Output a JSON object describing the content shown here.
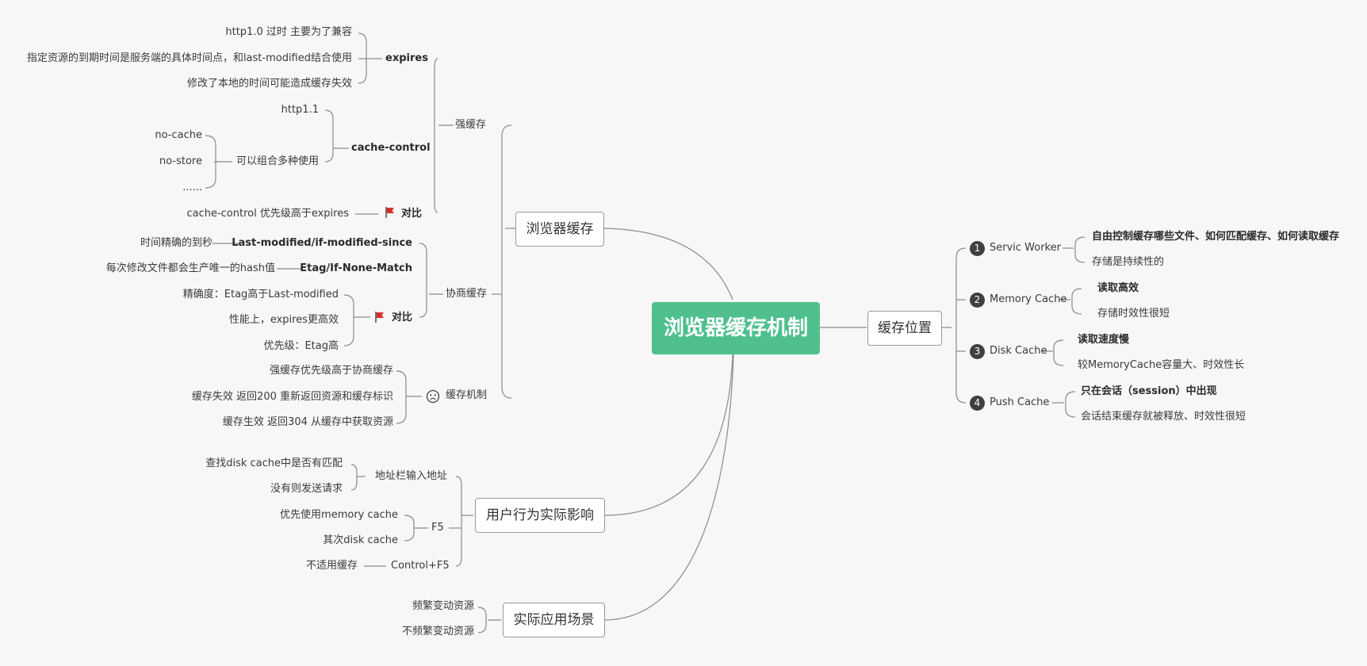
{
  "root": "浏览器缓存机制",
  "browser_cache": {
    "title": "浏览器缓存",
    "strong": {
      "label": "强缓存",
      "expires": {
        "label": "expires",
        "items": [
          "http1.0 过时 主要为了兼容",
          "指定资源的到期时间是服务端的具体时间点，和last-modified结合使用",
          "修改了本地的时间可能造成缓存失效"
        ]
      },
      "cache_control": {
        "label": "cache-control",
        "http11": "http1.1",
        "combo": "可以组合多种使用",
        "combo_items": [
          "no-cache",
          "no-store",
          "......"
        ]
      },
      "compare": {
        "label": "对比",
        "note": "cache-control 优先级高于expires"
      }
    },
    "negotiate": {
      "label": "协商缓存",
      "last_modified": {
        "label": "Last-modified/if-modified-since",
        "note": "时间精确的到秒"
      },
      "etag": {
        "label": "Etag/If-None-Match",
        "note": "每次修改文件都会生产唯一的hash值"
      },
      "compare": {
        "label": "对比",
        "items": [
          "精确度：Etag高于Last-modified",
          "性能上，expires更高效",
          "优先级：Etag高"
        ]
      }
    },
    "mechanism": {
      "label": "缓存机制",
      "items": [
        "强缓存优先级高于协商缓存",
        "缓存失效 返回200 重新返回资源和缓存标识",
        "缓存生效 返回304 从缓存中获取资源"
      ]
    }
  },
  "user_behavior": {
    "title": "用户行为实际影响",
    "address": {
      "label": "地址栏输入地址",
      "items": [
        "查找disk cache中是否有匹配",
        "没有则发送请求"
      ]
    },
    "f5": {
      "label": "F5",
      "items": [
        "优先使用memory cache",
        "其次disk cache"
      ]
    },
    "ctrl_f5": {
      "label": "Control+F5",
      "note": "不适用缓存"
    }
  },
  "scenarios": {
    "title": "实际应用场景",
    "items": [
      "频繁变动资源",
      "不频繁变动资源"
    ]
  },
  "location": {
    "title": "缓存位置",
    "items": [
      {
        "num": "1",
        "label": "Servic Worker",
        "notes": [
          "自由控制缓存哪些文件、如何匹配缓存、如何读取缓存",
          "存储是持续性的"
        ]
      },
      {
        "num": "2",
        "label": "Memory Cache",
        "notes": [
          "读取高效",
          "存储时效性很短"
        ]
      },
      {
        "num": "3",
        "label": "Disk Cache",
        "notes": [
          "读取速度慢",
          "较MemoryCache容量大、时效性长"
        ]
      },
      {
        "num": "4",
        "label": "Push Cache",
        "notes": [
          "只在会话（session）中出现",
          "会话结束缓存就被释放、时效性很短"
        ]
      }
    ]
  },
  "colors": {
    "root_bg": "#4fc08d",
    "line": "#8a8a8a",
    "flag": "#d9302c"
  }
}
